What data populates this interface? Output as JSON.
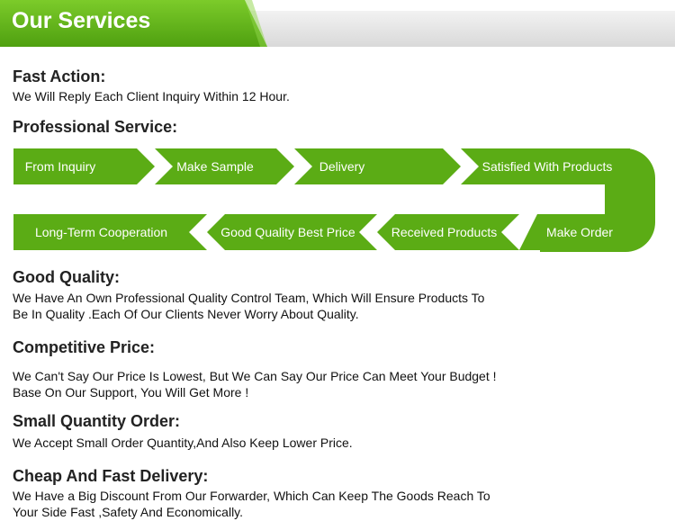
{
  "header": {
    "title": "Our Services"
  },
  "fast_action": {
    "title": "Fast Action:",
    "text": "We Will Reply Each Client Inquiry Within 12 Hour."
  },
  "professional_service": {
    "title": "Professional Service:",
    "row1": [
      "From Inquiry",
      "Make Sample",
      "Delivery",
      "Satisfied With Products"
    ],
    "row2": [
      "Long-Term Cooperation",
      "Good Quality Best Price",
      "Received Products",
      "Make Order"
    ]
  },
  "good_quality": {
    "title": "Good Quality:",
    "line1": "We Have An Own Professional Quality Control Team, Which Will Ensure Products To",
    "line2": "Be In Quality .Each Of Our Clients Never Worry About Quality."
  },
  "competitive_price": {
    "title": "Competitive Price:",
    "line1": "We Can't Say Our Price Is Lowest, But We Can Say Our Price Can Meet Your Budget !",
    "line2": "Base On Our Support, You Will Get More !"
  },
  "small_quantity": {
    "title": "Small Quantity Order:",
    "text": "We Accept Small Order Quantity,And Also Keep Lower Price."
  },
  "cheap_delivery": {
    "title": "Cheap And Fast Delivery:",
    "line1": "We Have a Big Discount From Our Forwarder, Which Can Keep The Goods Reach To",
    "line2": "Your Side Fast ,Safety And Economically."
  },
  "colors": {
    "brand_green": "#5bac15",
    "header_grey": "#dcdcdc"
  }
}
